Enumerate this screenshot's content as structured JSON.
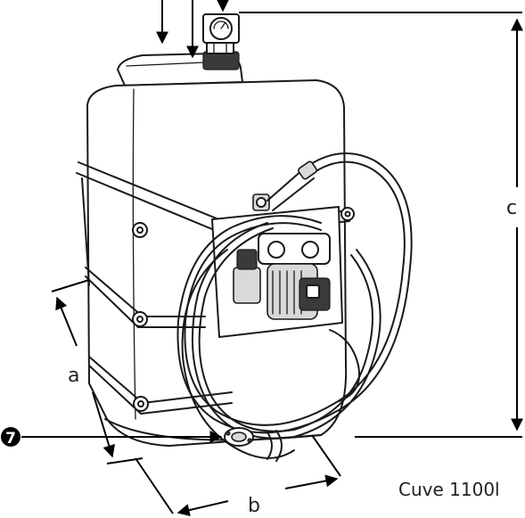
{
  "labels": {
    "a": "a",
    "b": "b",
    "c": "c",
    "callout_7": "7"
  },
  "caption": "Cuve 1100l",
  "icons": [
    "tank-drawing",
    "pump-motor-icon",
    "gauge-icon",
    "hose-icon",
    "drain-valve-icon"
  ],
  "colors": {
    "ink": "#1a1a1a",
    "background": "#ffffff"
  }
}
